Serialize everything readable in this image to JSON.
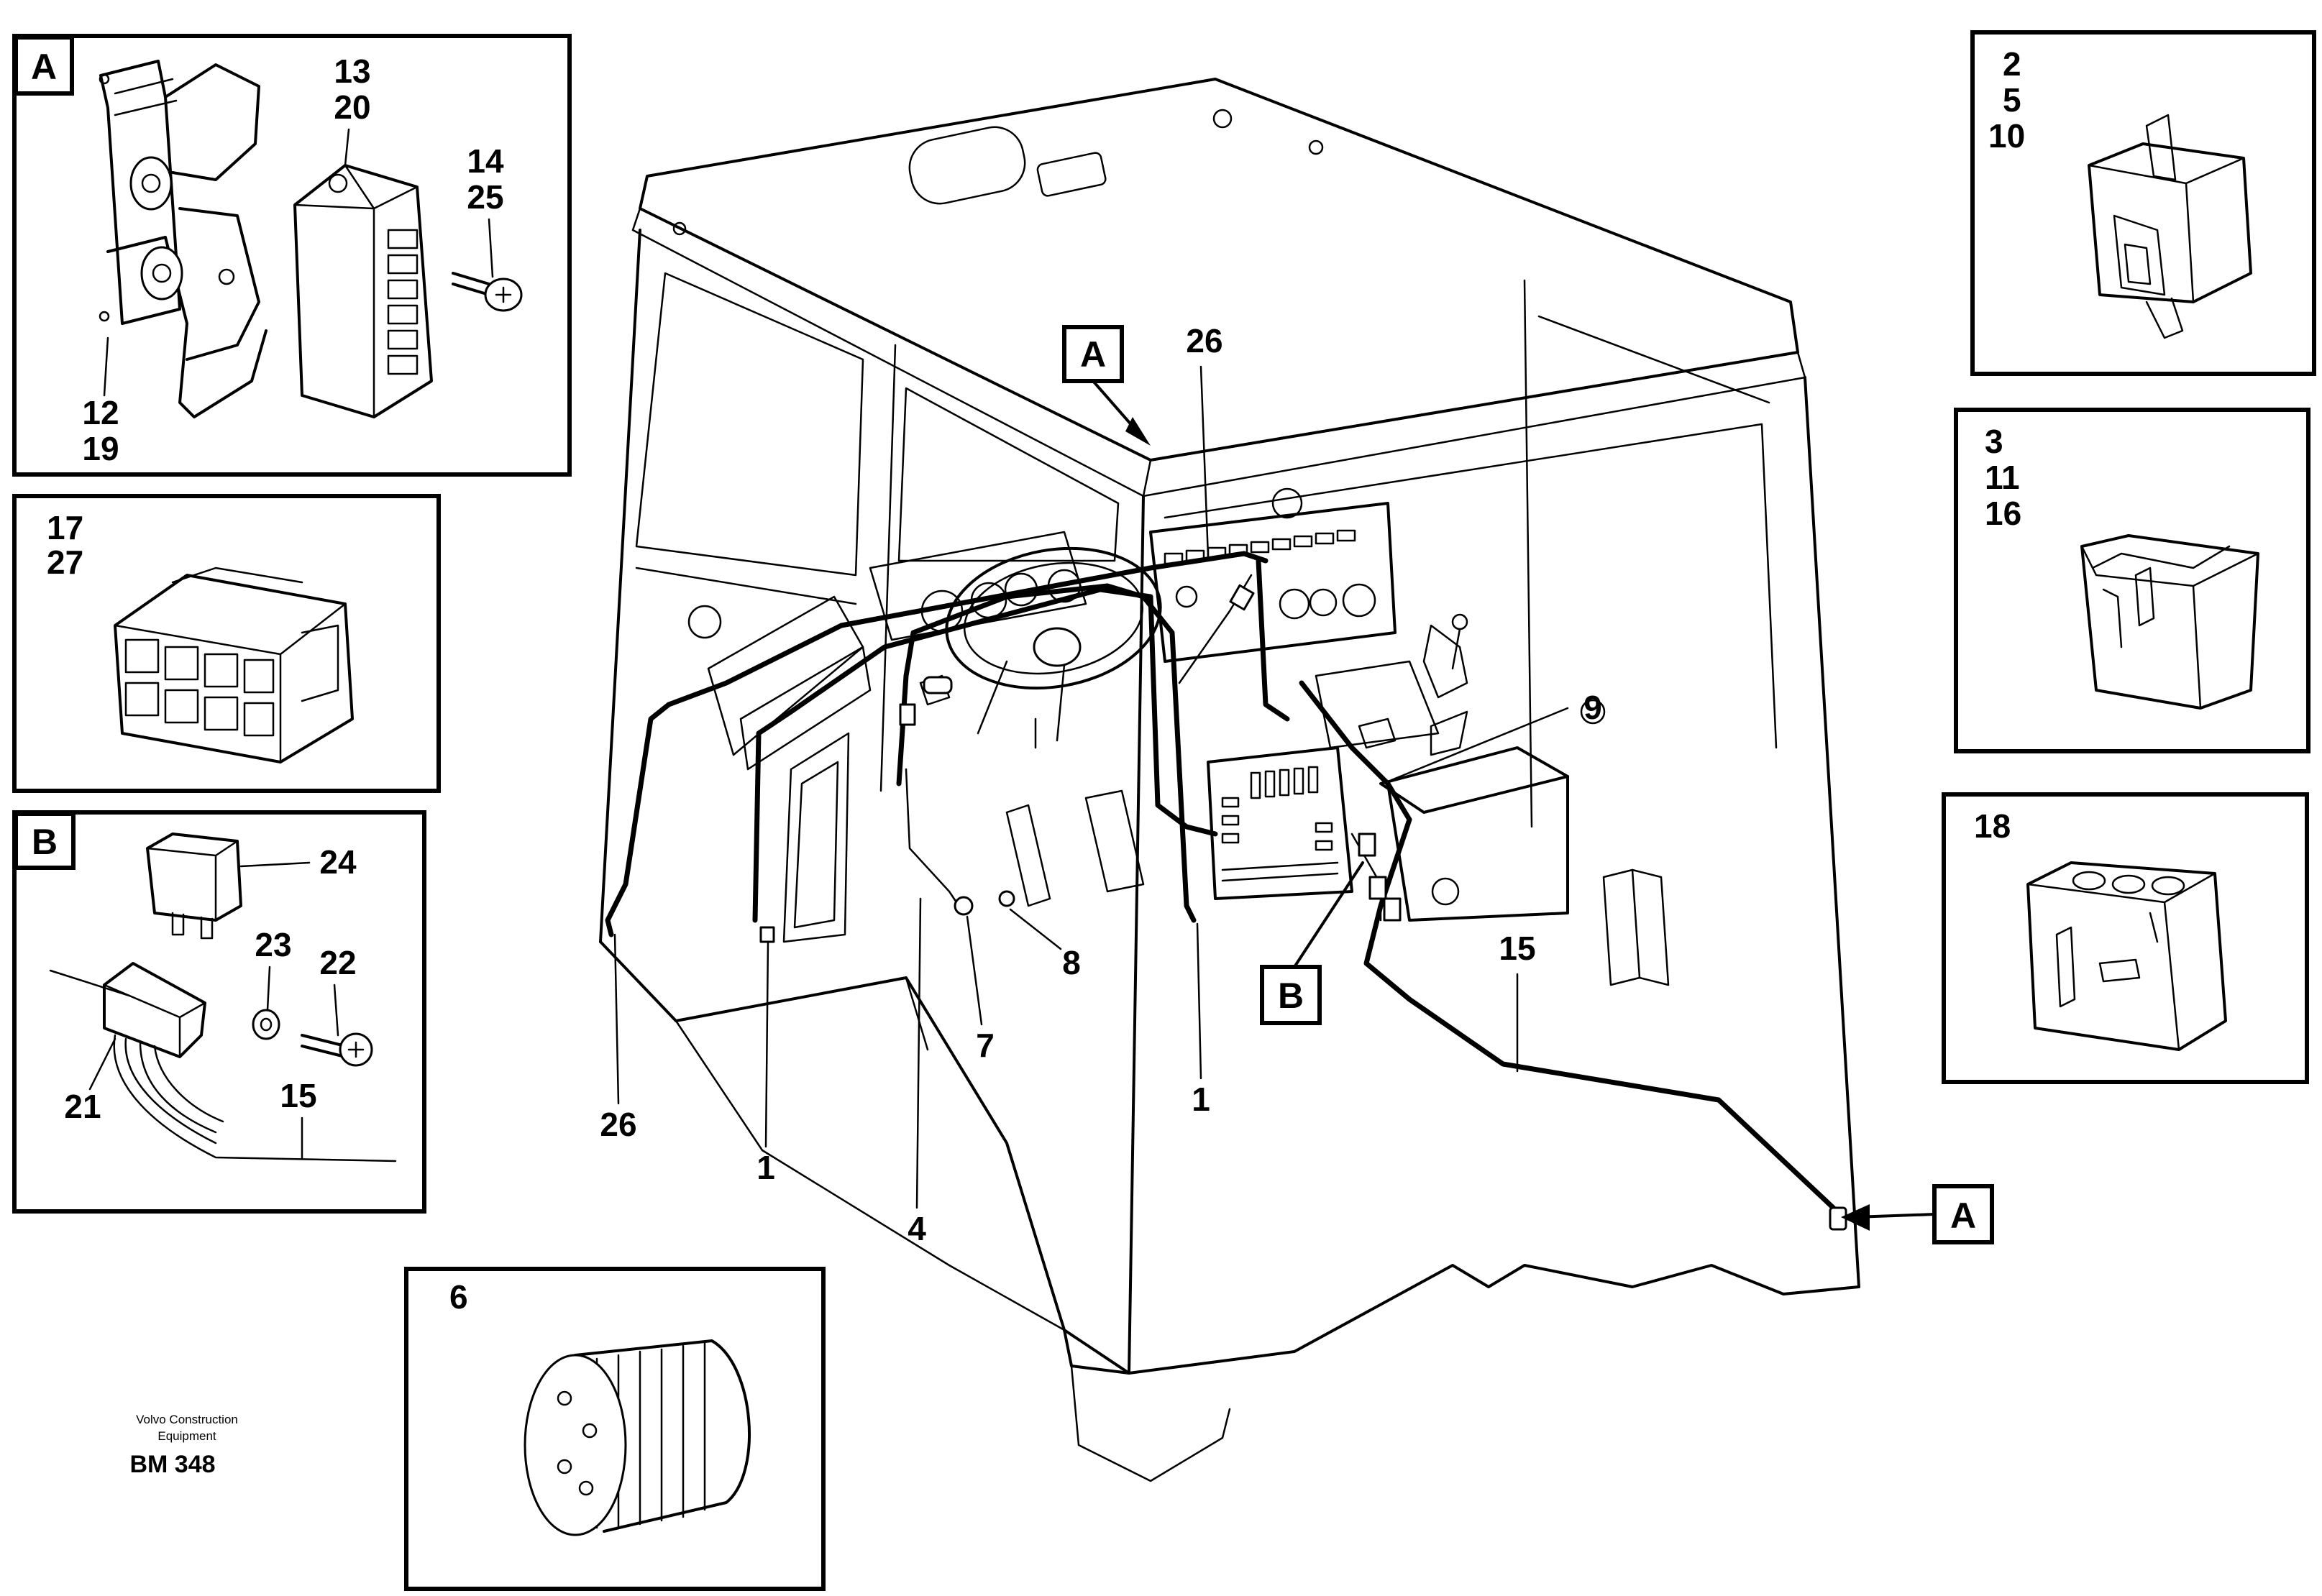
{
  "diagram": {
    "callouts_main": {
      "tag_a_top": "A",
      "tag_b": "B",
      "tag_a_right": "A",
      "n26_top": "26",
      "n9": "9",
      "n15": "15",
      "n8": "8",
      "n7": "7",
      "n1_right": "1",
      "n26_left": "26",
      "n1_left": "1",
      "n4": "4"
    },
    "inset_a": {
      "tag": "A",
      "labels": [
        "13",
        "20",
        "14",
        "25",
        "12",
        "19"
      ]
    },
    "inset_17_27": {
      "labels": [
        "17",
        "27"
      ]
    },
    "inset_b": {
      "tag": "B",
      "labels": [
        "24",
        "23",
        "22",
        "21",
        "15"
      ]
    },
    "inset_6": {
      "labels": [
        "6"
      ]
    },
    "inset_2_5_10": {
      "labels": [
        "2",
        "5",
        "10"
      ]
    },
    "inset_3_11_16": {
      "labels": [
        "3",
        "11",
        "16"
      ]
    },
    "inset_18": {
      "labels": [
        "18"
      ]
    },
    "footer": {
      "line1": "Volvo Construction",
      "line2": "Equipment",
      "code": "BM 348"
    }
  }
}
